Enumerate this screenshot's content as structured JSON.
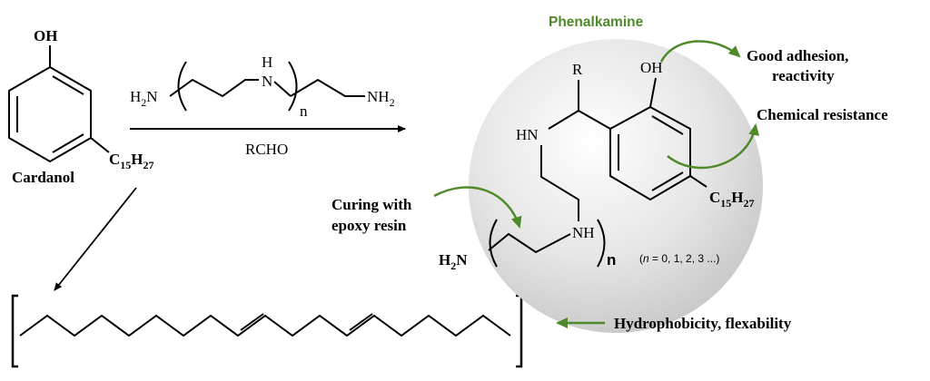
{
  "cardanol": {
    "oh": "OH",
    "chain_main": "C",
    "chain_sub1": "15",
    "chain_mid": "H",
    "chain_sub2": "27",
    "name": "Cardanol"
  },
  "reagent": {
    "h2n_main": "H",
    "h2n_sub": "2",
    "h2n_n": "N",
    "nh_h": "H",
    "nh_n": "N",
    "repeat_n": "n",
    "nh2_main": "NH",
    "nh2_sub": "2",
    "aldehyde": "RCHO"
  },
  "product": {
    "title": "Phenalkamine",
    "r": "R",
    "oh": "OH",
    "hn": "HN",
    "nh": "NH",
    "h2n_main": "H",
    "h2n_sub": "2",
    "h2n_n": "N",
    "n": "n",
    "chain_main": "C",
    "chain_sub1": "15",
    "chain_mid": "H",
    "chain_sub2": "27",
    "n_values_open": "(",
    "n_values_italic": "n",
    "n_values_rest": " = 0, 1, 2, 3 ...)"
  },
  "annotations": {
    "adhesion_line1": "Good adhesion,",
    "adhesion_line2": "reactivity",
    "chemical": "Chemical resistance",
    "curing_line1": "Curing with",
    "curing_line2": "epoxy resin",
    "hydrophobicity": "Hydrophobicity, flexability"
  },
  "colors": {
    "accent_green": "#4f8a2a",
    "sphere_light": "#ffffff",
    "sphere_dark": "#c8c8c8"
  }
}
